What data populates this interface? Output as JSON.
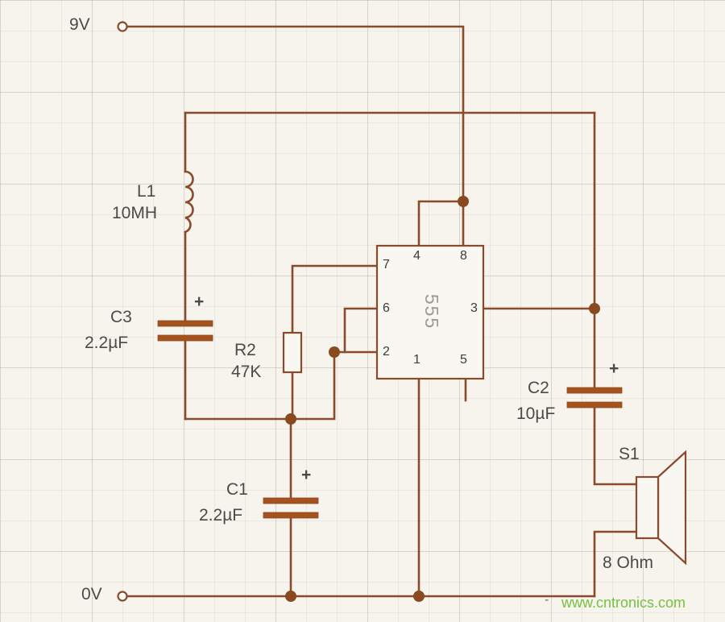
{
  "supply": {
    "positive": "9V",
    "negative": "0V"
  },
  "components": {
    "l1": {
      "name": "L1",
      "value": "10MH"
    },
    "c3": {
      "name": "C3",
      "value": "2.2µF",
      "polarity": "+"
    },
    "r2": {
      "name": "R2",
      "value": "47K"
    },
    "c1": {
      "name": "C1",
      "value": "2.2µF",
      "polarity": "+"
    },
    "c2": {
      "name": "C2",
      "value": "10µF",
      "polarity": "+"
    },
    "s1": {
      "name": "S1",
      "value": "8 Ohm"
    },
    "ic": {
      "name": "555",
      "pins": {
        "p1": "1",
        "p2": "2",
        "p3": "3",
        "p4": "4",
        "p5": "5",
        "p6": "6",
        "p7": "7",
        "p8": "8"
      }
    }
  },
  "watermark": {
    "dash": "-",
    "text": "www.cntronics.com"
  },
  "colors": {
    "wire": "#8a4a2c",
    "plate": "#a5531b",
    "watermark_green": "#76c043",
    "background": "#f6f4ed"
  }
}
